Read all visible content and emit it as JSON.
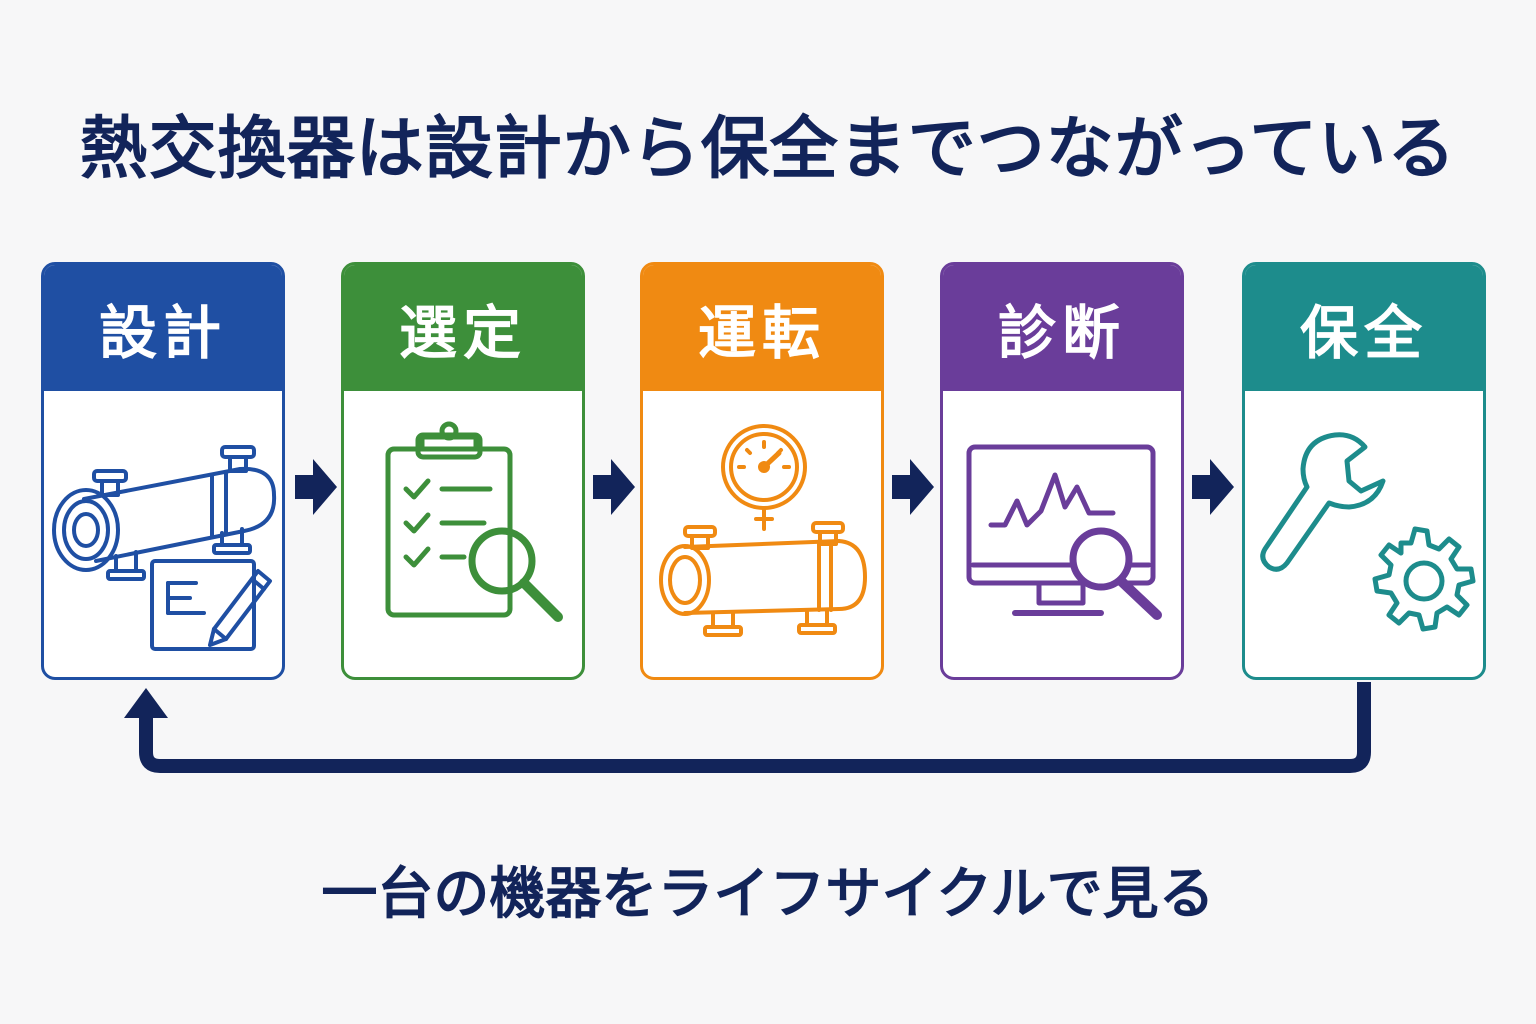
{
  "title": "熱交換器は設計から保全までつながっている",
  "footer": "一台の機器をライフサイクルで見る",
  "colors": {
    "navy": "#12245a",
    "design": "#1f4fa3",
    "selection": "#3d8f3a",
    "operation": "#f08a12",
    "diagnosis": "#6a3d9a",
    "maintenance": "#1d8c8c"
  },
  "steps": [
    {
      "label": "設計",
      "icon": "heat-exchanger-drawing-icon",
      "color": "#1f4fa3"
    },
    {
      "label": "選定",
      "icon": "clipboard-checklist-magnifier-icon",
      "color": "#3d8f3a"
    },
    {
      "label": "運転",
      "icon": "pressure-gauge-heat-exchanger-icon",
      "color": "#f08a12"
    },
    {
      "label": "診断",
      "icon": "monitor-chart-magnifier-icon",
      "color": "#6a3d9a"
    },
    {
      "label": "保全",
      "icon": "wrench-gear-icon",
      "color": "#1d8c8c"
    }
  ]
}
